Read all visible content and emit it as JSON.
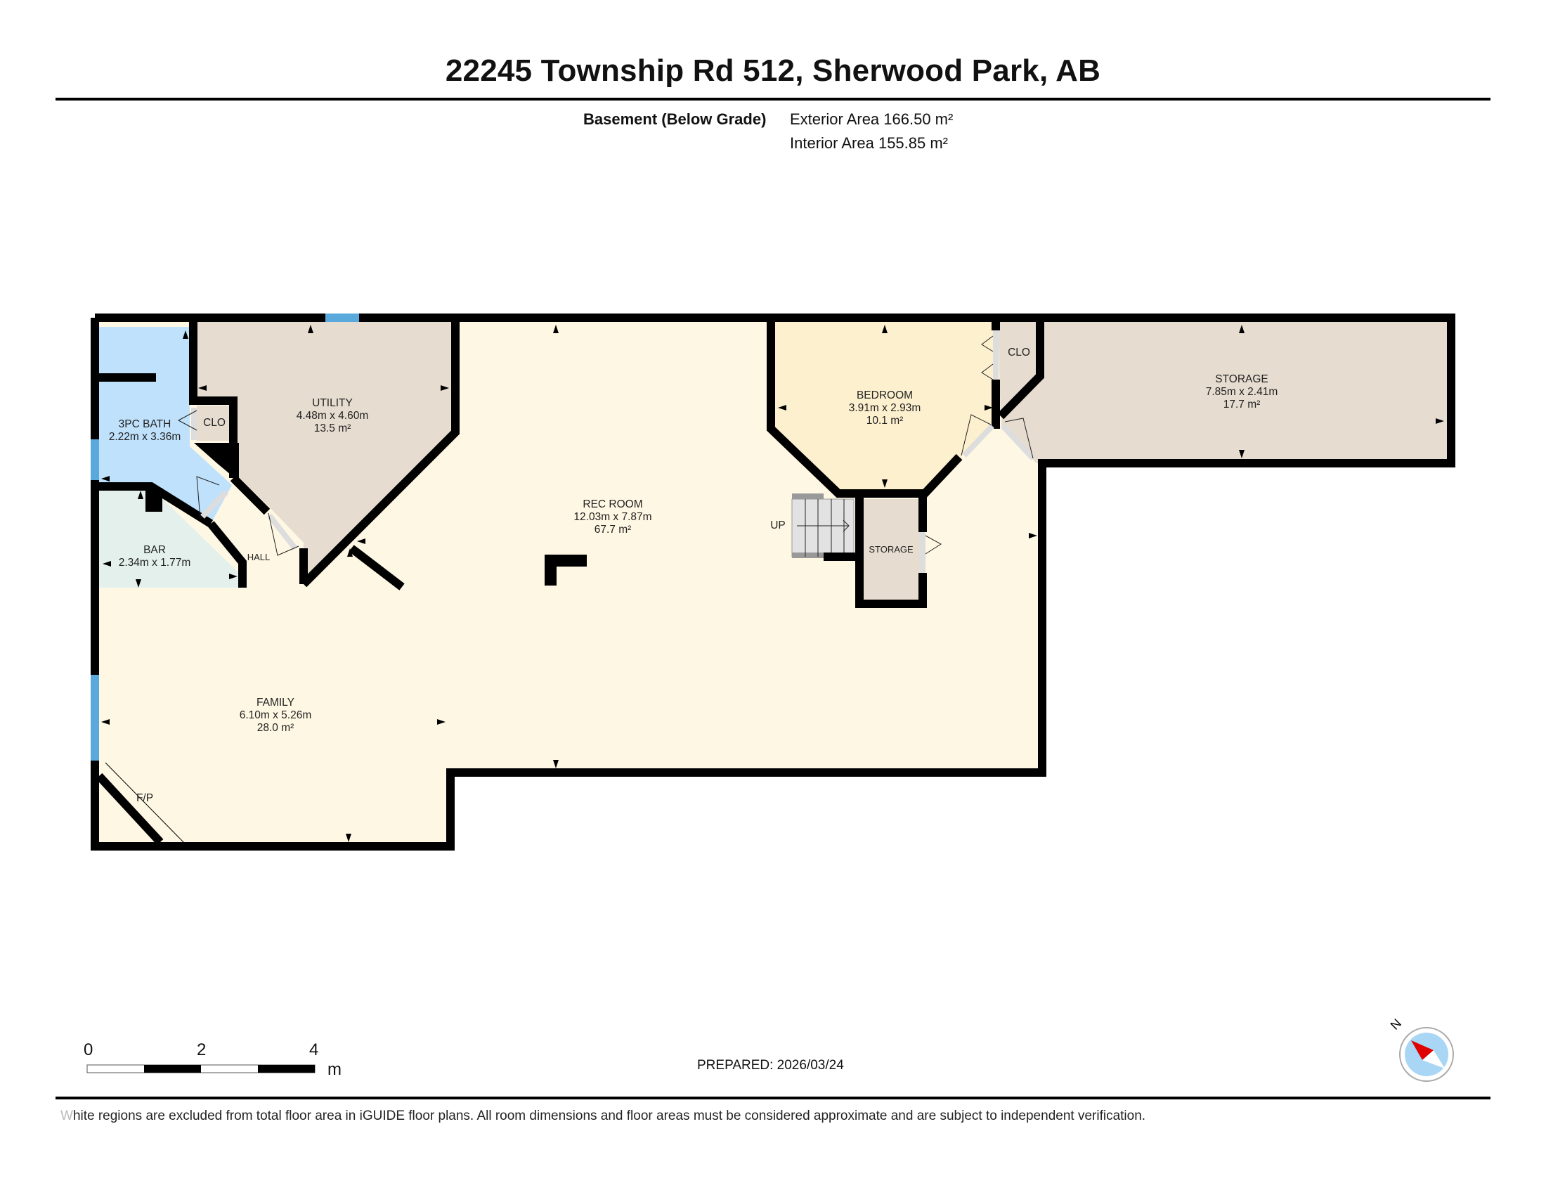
{
  "header": {
    "title": "22245 Township Rd 512, Sherwood Park, AB",
    "level_label": "Basement (Below Grade)",
    "exterior_area": "Exterior Area 166.50 m²",
    "interior_area": "Interior Area 155.85 m²"
  },
  "rooms": {
    "bath": {
      "name": "3PC BATH",
      "dims": "2.22m x 3.36m",
      "color": "#bfe1fb"
    },
    "bath_closet": {
      "name": "CLO"
    },
    "utility": {
      "name": "UTILITY",
      "dims": "4.48m x 4.60m",
      "area": "13.5 m²",
      "color": "#e6ddd0"
    },
    "bar": {
      "name": "BAR",
      "dims": "2.34m x 1.77m",
      "color": "#e3f0eb"
    },
    "hall": {
      "name": "HALL"
    },
    "rec_room": {
      "name": "REC ROOM",
      "dims": "12.03m x 7.87m",
      "area": "67.7 m²",
      "color": "#fef7e3"
    },
    "family": {
      "name": "FAMILY",
      "dims": "6.10m x 5.26m",
      "area": "28.0 m²"
    },
    "fireplace": {
      "name": "F/P"
    },
    "bedroom": {
      "name": "BEDROOM",
      "dims": "3.91m x 2.93m",
      "area": "10.1 m²",
      "color": "#fdf0cf"
    },
    "bedroom_closet": {
      "name": "CLO"
    },
    "storage_large": {
      "name": "STORAGE",
      "dims": "7.85m x 2.41m",
      "area": "17.7 m²"
    },
    "storage_small": {
      "name": "STORAGE"
    },
    "stairs": {
      "name": "UP"
    }
  },
  "scale_bar": {
    "ticks": [
      "0",
      "2",
      "4"
    ],
    "unit": "m"
  },
  "compass": {
    "label": "N"
  },
  "footer": {
    "prepared": "PREPARED: 2026/03/24",
    "disclaimer_first": "W",
    "disclaimer_rest": "hite regions are excluded from total floor area in iGUIDE floor plans. All room dimensions and floor areas must be considered approximate and are subject to independent verification."
  }
}
